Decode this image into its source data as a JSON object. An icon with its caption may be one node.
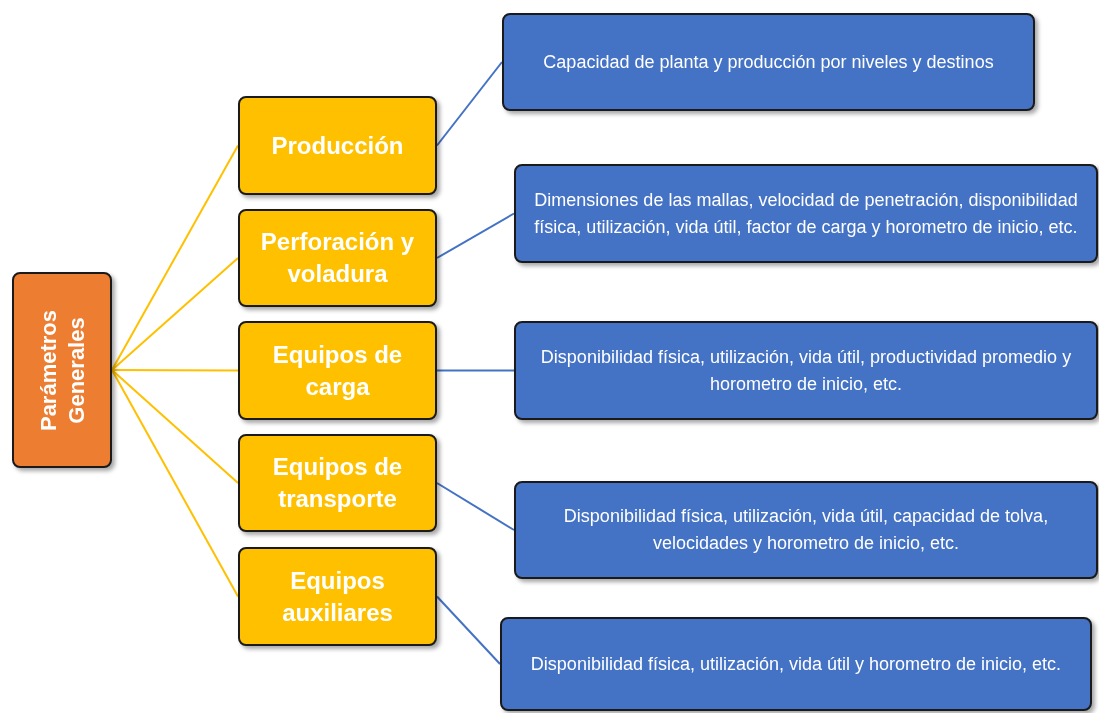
{
  "diagram": {
    "nodes": [
      {
        "text": [
          "Parámetros Generales"
        ]
      },
      {
        "text": [
          "Producción"
        ]
      },
      {
        "text": [
          "Perforación y voladura"
        ]
      },
      {
        "text": [
          "Equipos de carga"
        ]
      },
      {
        "text": [
          "Equipos de transporte"
        ]
      },
      {
        "text": [
          "Equipos auxiliares"
        ]
      },
      {
        "text": [
          "Capacidad de planta y producción por niveles y destinos"
        ]
      },
      {
        "text": [
          "Dimensiones de las mallas, velocidad de penetración, disponibilidad física, utilización, vida útil, factor de carga y horometro de inicio, etc."
        ]
      },
      {
        "text": [
          "Disponibilidad física, utilización, vida útil,  productividad promedio y horometro de inicio, etc."
        ]
      },
      {
        "text": [
          "Disponibilidad física, utilización, vida útil,  capacidad de tolva, velocidades y horometro de inicio, etc."
        ]
      },
      {
        "text": [
          "Disponibilidad física, utilización, vida útil y horometro de inicio, etc."
        ]
      }
    ],
    "edges": [
      {
        "from": 0,
        "to": 1,
        "arrow": "none",
        "color": "#ffc000"
      },
      {
        "from": 0,
        "to": 2,
        "arrow": "none",
        "color": "#ffc000"
      },
      {
        "from": 0,
        "to": 3,
        "arrow": "none",
        "color": "#ffc000"
      },
      {
        "from": 0,
        "to": 4,
        "arrow": "none",
        "color": "#ffc000"
      },
      {
        "from": 0,
        "to": 5,
        "arrow": "none",
        "color": "#ffc000"
      },
      {
        "from": 1,
        "to": 6,
        "arrow": "none",
        "color": "#4472c4"
      },
      {
        "from": 2,
        "to": 7,
        "arrow": "none",
        "color": "#4472c4"
      },
      {
        "from": 3,
        "to": 8,
        "arrow": "none",
        "color": "#4472c4"
      },
      {
        "from": 4,
        "to": 9,
        "arrow": "none",
        "color": "#4472c4"
      },
      {
        "from": 5,
        "to": 10,
        "arrow": "none",
        "color": "#4472c4"
      }
    ]
  }
}
